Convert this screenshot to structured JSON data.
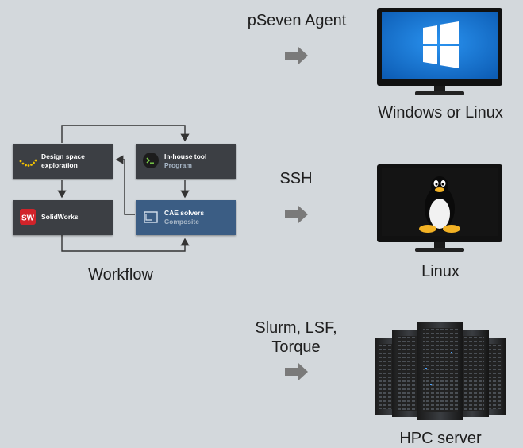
{
  "agent": {
    "title": "pSeven Agent",
    "target_label": "Windows or Linux"
  },
  "ssh": {
    "title": "SSH",
    "target_label": "Linux"
  },
  "hpc": {
    "title_line1": "Slurm, LSF,",
    "title_line2": "Torque",
    "target_label": "HPC server"
  },
  "workflow": {
    "label": "Workflow",
    "blocks": [
      {
        "line1": "Design space",
        "line2": "exploration",
        "icon": "dots-arc-icon"
      },
      {
        "line1": "In-house tool",
        "line2": "Program",
        "icon": "terminal-icon"
      },
      {
        "line1": "SolidWorks",
        "icon": "solidworks-logo"
      },
      {
        "line1": "CAE solvers",
        "line2": "Composite",
        "icon": "folder-icon"
      }
    ],
    "sw_logo_text": "SW"
  },
  "colors": {
    "background": "#d3d8dc",
    "block_dark": "#3c3f44",
    "block_blue": "#3b5d84",
    "windows_screen": "#1578d6",
    "arrow": "#7a7a7a"
  }
}
